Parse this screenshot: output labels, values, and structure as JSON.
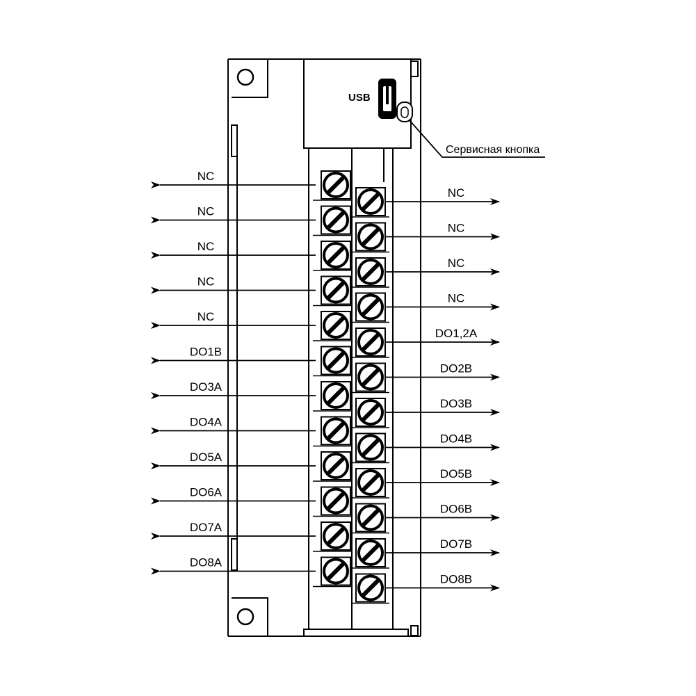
{
  "usb_label": "USB",
  "service_button_label": "Сервисная кнопка",
  "left_terminals": [
    "NC",
    "NC",
    "NC",
    "NC",
    "NC",
    "DO1B",
    "DO3A",
    "DO4A",
    "DO5A",
    "DO6A",
    "DO7A",
    "DO8A"
  ],
  "right_terminals": [
    "NC",
    "NC",
    "NC",
    "NC",
    "DO1,2A",
    "DO2B",
    "DO3B",
    "DO4B",
    "DO5B",
    "DO6B",
    "DO7B",
    "DO8B"
  ],
  "colors": {
    "stroke": "#000000",
    "background": "#ffffff"
  }
}
